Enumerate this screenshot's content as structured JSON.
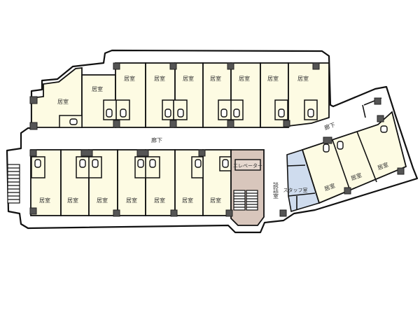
{
  "title": "フロア平面図",
  "rooms": [
    {
      "label": "居室"
    },
    {
      "label": "居室"
    },
    {
      "label": "居室"
    },
    {
      "label": "居室"
    },
    {
      "label": "居室"
    },
    {
      "label": "居室"
    },
    {
      "label": "居室"
    },
    {
      "label": "居室"
    },
    {
      "label": "居室"
    },
    {
      "label": "居室"
    },
    {
      "label": "居室"
    },
    {
      "label": "居室"
    },
    {
      "label": "居室"
    },
    {
      "label": "居室"
    },
    {
      "label": "居室"
    },
    {
      "label": "居室"
    },
    {
      "label": "居室"
    },
    {
      "label": "居室"
    },
    {
      "label": "居室"
    }
  ],
  "corridor_main": "廊下",
  "corridor_east": "廊下",
  "elevator": "エレベーター",
  "lounge": "談話室",
  "staff_room": "スタッフ室",
  "colors": {
    "room": "#fdfbe3",
    "elevator": "#d8c6bc",
    "staff": "#cfdcee",
    "pillar": "#555555"
  }
}
